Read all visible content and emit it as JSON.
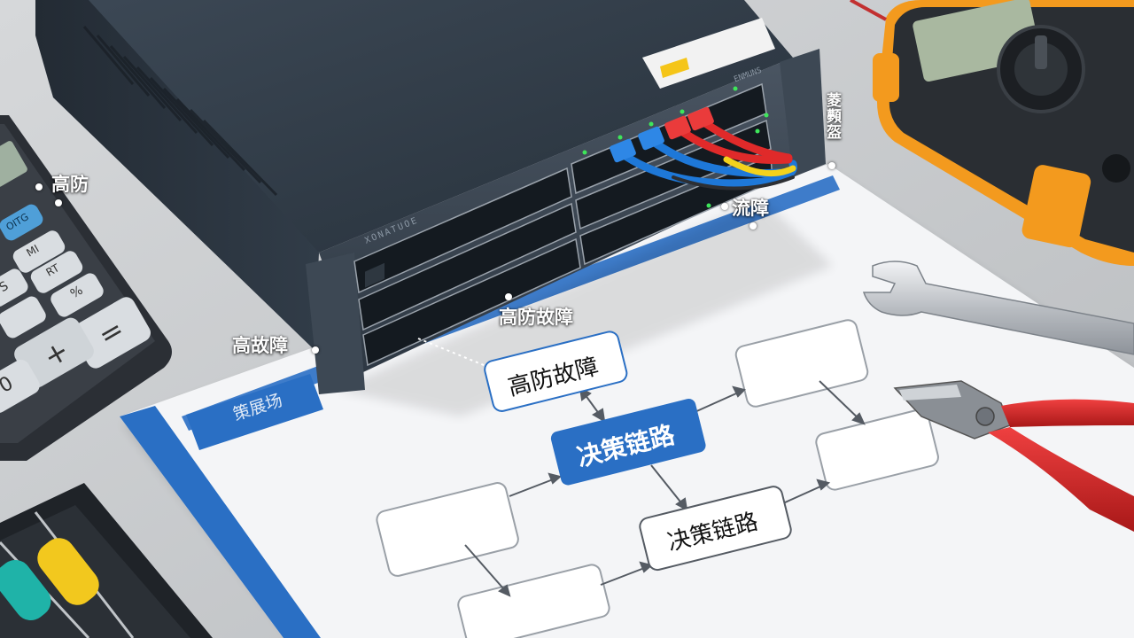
{
  "colors": {
    "table": "#c9cbcd",
    "device_body": "#2f3a46",
    "paper": "#f4f5f7",
    "paper_stripe": "#2a6fc4",
    "decision_box": "#2a6fc4",
    "callout_text": "#ffffff",
    "multimeter_accent": "#f39a1e",
    "plier_grip": "#d42a2a"
  },
  "callouts": {
    "left_top": "高防",
    "left_bottom": "高故障",
    "center": "高防故障",
    "right": "流障",
    "vertical_right": "菱顭盔"
  },
  "device": {
    "front_label": "XONATUOE",
    "brand": "ENMUNS"
  },
  "calculator": {
    "keys": [
      "OITG",
      "MI",
      "RT",
      "S",
      "%",
      "=",
      "+",
      "0"
    ]
  },
  "flowchart": {
    "header_tab": "策展场",
    "top_box": "高防故障",
    "center_box": "决策链路",
    "lower_box": "决策链路"
  },
  "icons": [
    "network-switch-icon",
    "ethernet-cable-icon",
    "multimeter-icon",
    "wrench-icon",
    "pliers-icon",
    "calculator-icon",
    "resistor-icon",
    "flowchart-icon"
  ]
}
